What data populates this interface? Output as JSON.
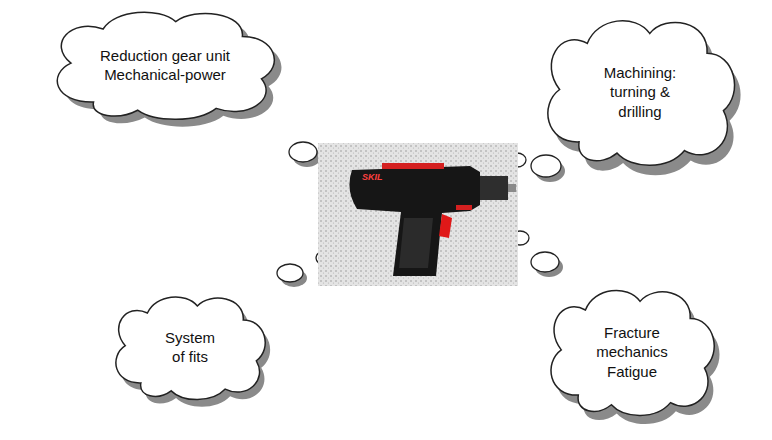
{
  "diagram": {
    "nodes": [
      {
        "text": [
          "Reduction gear unit Mechanical-power"
        ]
      },
      {
        "text": [
          "Machining: turning & drilling"
        ]
      },
      {
        "text": [
          "System of fits"
        ]
      },
      {
        "text": [
          "Fracture mechanics Fatigue"
        ]
      }
    ],
    "labels": [
      "SKIL"
    ]
  }
}
